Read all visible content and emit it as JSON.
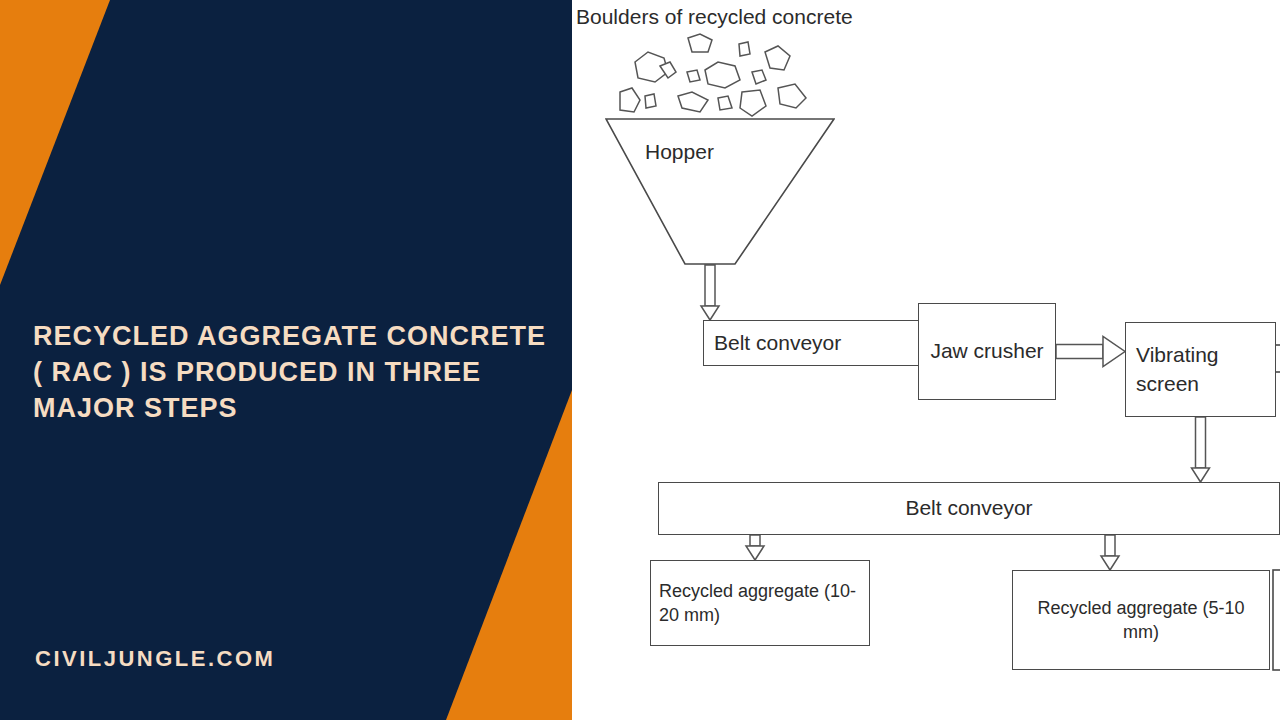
{
  "diagram": {
    "title": "RECYCLED AGGREGATE CONCRETE ( RAC ) IS PRODUCED IN THREE MAJOR STEPS",
    "nodes": [
      {
        "text": [
          "Hopper"
        ]
      },
      {
        "text": [
          "Belt conveyor"
        ]
      },
      {
        "text": [
          "Jaw crusher"
        ]
      },
      {
        "text": [
          "Vibrating screen"
        ]
      },
      {
        "text": [
          "Belt conveyor"
        ]
      },
      {
        "text": [
          "Recycled aggregate (10-20 mm)"
        ]
      },
      {
        "text": [
          "Recycled aggregate (5-10 mm)"
        ]
      }
    ],
    "edges": [
      {
        "from": 0,
        "to": 1,
        "arrow": "to"
      },
      {
        "from": 2,
        "to": 3,
        "arrow": "to"
      },
      {
        "from": 3,
        "to": 4,
        "arrow": "to"
      },
      {
        "from": 4,
        "to": 5,
        "arrow": "to"
      },
      {
        "from": 4,
        "to": 6,
        "arrow": "to"
      }
    ],
    "labels": [
      "Boulders of recycled concrete",
      "CIVILJUNGLE.COM"
    ]
  }
}
